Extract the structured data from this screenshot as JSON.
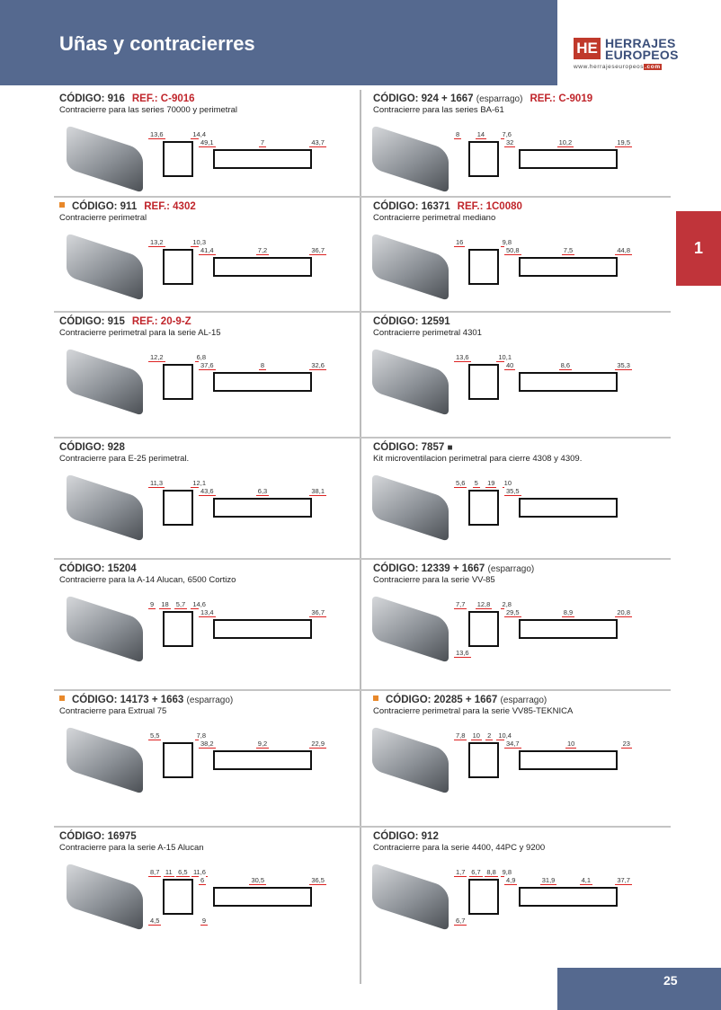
{
  "header": {
    "title": "Uñas y contracierres"
  },
  "logo": {
    "mark": "HE",
    "line1": "HERRAJES",
    "line2": "EUROPEOS",
    "url": "www.herrajeseuropeos",
    "url_tld": ".com"
  },
  "side_tab": "1",
  "page_number": "25",
  "products": [
    {
      "marker": false,
      "code": "CÓDIGO: 916",
      "note": "",
      "ref": "REF.: C-9016",
      "desc": "Contracierre para las series 70000 y perimetral",
      "end": [
        "13,6",
        "14,4"
      ],
      "side": [
        "49,1",
        "7",
        "43,7"
      ]
    },
    {
      "marker": false,
      "code": "CÓDIGO: 924 + 1667",
      "note": "(esparrago)",
      "ref": "REF.: C-9019",
      "desc": "Contracierre para  las series BA-61",
      "end": [
        "8",
        "14",
        "7,6"
      ],
      "side": [
        "32",
        "10,2",
        "19,5"
      ]
    },
    {
      "marker": true,
      "code": "CÓDIGO: 911",
      "note": "",
      "ref": "REF.: 4302",
      "desc": "Contracierre perimetral",
      "end": [
        "13,2",
        "10,3"
      ],
      "side": [
        "41,4",
        "7,2",
        "36,7"
      ]
    },
    {
      "marker": false,
      "code": "CÓDIGO: 16371",
      "note": "",
      "ref": "REF.: 1C0080",
      "desc": "Contracierre perimetral mediano",
      "end": [
        "16",
        "9,8"
      ],
      "side": [
        "50,8",
        "7,5",
        "44,8"
      ]
    },
    {
      "marker": false,
      "code": "CÓDIGO: 915",
      "note": "",
      "ref": "REF.: 20-9-Z",
      "desc": "Contracierre perimetral para la serie AL-15",
      "end": [
        "12,2",
        "6,8"
      ],
      "side": [
        "37,6",
        "8",
        "32,6"
      ]
    },
    {
      "marker": false,
      "code": "CÓDIGO: 12591",
      "note": "",
      "ref": "",
      "desc": "Contracierre perimetral 4301",
      "end": [
        "13,6",
        "10,1"
      ],
      "side": [
        "40",
        "8,6",
        "35,3"
      ]
    },
    {
      "marker": false,
      "code": "CÓDIGO: 928",
      "note": "",
      "ref": "",
      "desc": "Contracierre para E-25 perimetral.",
      "end": [
        "11,3",
        "12,1"
      ],
      "side": [
        "43,6",
        "6,3",
        "38,1"
      ]
    },
    {
      "marker": false,
      "code": "CÓDIGO: 7857",
      "note": "■",
      "ref": "",
      "desc": "Kit microventilacion perimetral para cierre 4308 y 4309.",
      "end": [
        "5,6",
        "5",
        "19",
        "10"
      ],
      "side": [
        "35,5"
      ]
    },
    {
      "marker": false,
      "code": "CÓDIGO: 15204",
      "note": "",
      "ref": "",
      "desc": "Contracierre para la A-14 Alucan, 6500 Cortizo",
      "end": [
        "9",
        "18",
        "5,7",
        "14,6"
      ],
      "side": [
        "13,4",
        "36,7"
      ]
    },
    {
      "marker": false,
      "code": "CÓDIGO: 12339 + 1667",
      "note": "(esparrago)",
      "ref": "",
      "desc": "Contracierre para la serie VV-85",
      "end": [
        "7,7",
        "12,8",
        "2,8",
        "13,6"
      ],
      "side": [
        "29,5",
        "8,9",
        "20,8"
      ]
    },
    {
      "marker": true,
      "code": "CÓDIGO: 14173 + 1663",
      "note": "(esparrago)",
      "ref": "",
      "desc": "Contracierre para Extrual 75",
      "end": [
        "5,5",
        "7,8"
      ],
      "side": [
        "38,2",
        "9,2",
        "22,9"
      ]
    },
    {
      "marker": true,
      "code": "CÓDIGO: 20285 + 1667",
      "note": "(esparrago)",
      "ref": "",
      "desc": "Contracierre perimetral para la serie VV85-TEKNICA",
      "end": [
        "7,8",
        "10",
        "2",
        "10,4"
      ],
      "side": [
        "34,7",
        "10",
        "23"
      ]
    },
    {
      "marker": false,
      "code": "CÓDIGO: 16975",
      "note": "",
      "ref": "",
      "desc": "Contracierre para la serie A-15 Alucan",
      "end": [
        "8,7",
        "11",
        "6,5",
        "11,6",
        "4,5",
        "9"
      ],
      "side": [
        "6",
        "30,5",
        "36,5"
      ]
    },
    {
      "marker": false,
      "code": "CÓDIGO: 912",
      "note": "",
      "ref": "",
      "desc": "Contracierre para la serie 4400, 44PC y 9200",
      "end": [
        "1,7",
        "6,7",
        "8,8",
        "9,8",
        "6,7"
      ],
      "side": [
        "4,9",
        "31,9",
        "4,1",
        "37,7"
      ]
    }
  ],
  "colors": {
    "header": "#55698f",
    "accent_red": "#c0252b",
    "marker": "#e8882a"
  }
}
